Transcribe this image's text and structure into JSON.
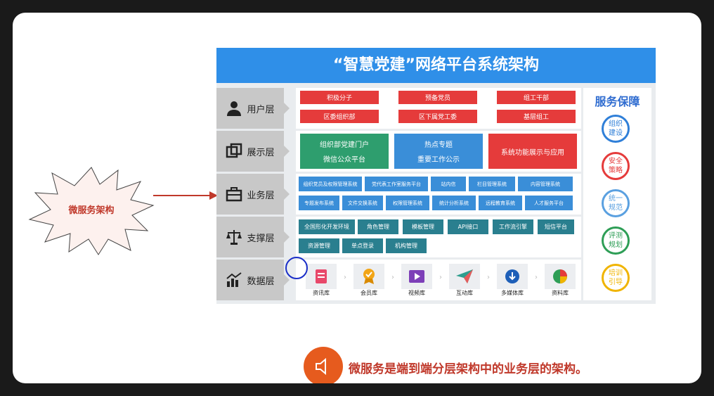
{
  "title": "“智慧党建”网络平台系统架构",
  "layers": [
    {
      "label": "用户层",
      "icon": "user-icon"
    },
    {
      "label": "展示层",
      "icon": "layers-icon"
    },
    {
      "label": "业务层",
      "icon": "briefcase-icon"
    },
    {
      "label": "支撑层",
      "icon": "scale-icon"
    },
    {
      "label": "数据层",
      "icon": "chart-icon"
    }
  ],
  "user_layer": [
    "积极分子",
    "预备党员",
    "组工干部",
    "区委组织部",
    "区下属党工委",
    "基层组工"
  ],
  "display_layer": [
    {
      "line1": "组织部党建门户",
      "line2": "微信公众平台"
    },
    {
      "line1": "热点专题",
      "line2": "重要工作公示"
    },
    {
      "line1": "系统功能展示与应用",
      "line2": ""
    }
  ],
  "business_layer": [
    "组织党员及权限管理系统",
    "党代表工作室服务平台",
    "站内信",
    "栏目管理系统",
    "内容管理系统",
    "专题发布系统",
    "文件交换系统",
    "权限管理系统",
    "统计分析系统",
    "远程教育系统",
    "人才服务平台"
  ],
  "support_layer": [
    "全国形化开发环境",
    "角色管理",
    "模板管理",
    "API接口",
    "工作流引擎",
    "短信平台",
    "资源管理",
    "单点登录",
    "机构管理"
  ],
  "data_layer": [
    "资讯库",
    "会员库",
    "视频库",
    "互动库",
    "多媒体库",
    "资料库"
  ],
  "service": {
    "title": "服务保障",
    "items": [
      {
        "text": "组织\n建设",
        "color": "#2f7fd8"
      },
      {
        "text": "安全\n策略",
        "color": "#e53b3b"
      },
      {
        "text": "统一\n规范",
        "color": "#5aa0e0"
      },
      {
        "text": "评测\n规划",
        "color": "#2e9e56"
      },
      {
        "text": "培训\n引导",
        "color": "#f0b400"
      }
    ]
  },
  "callout": "微服务架构",
  "caption": "微服务是端到端分层架构中的业务层的架构。",
  "colors": {
    "accent_orange": "#e65b1e",
    "callout_red": "#c0392b",
    "title_blue": "#2f8fe8"
  }
}
